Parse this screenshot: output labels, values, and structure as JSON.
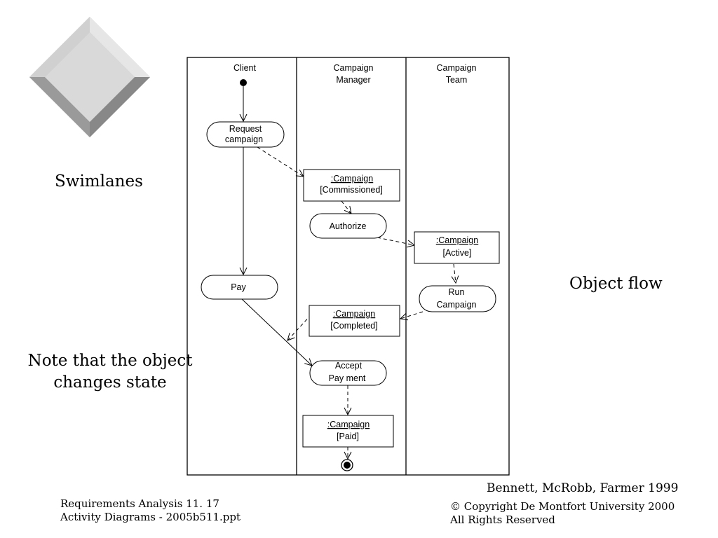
{
  "slide": {
    "labels": {
      "swimlanes": "Swimlanes",
      "object_flow": "Object flow",
      "note_line1": "Note that the object",
      "note_line2": "changes state"
    }
  },
  "diagram": {
    "swimlanes": [
      {
        "line1": "Client",
        "line2": ""
      },
      {
        "line1": "Campaign",
        "line2": "Manager"
      },
      {
        "line1": "Campaign",
        "line2": "Team"
      }
    ],
    "activities": {
      "request_campaign": {
        "line1": "Request",
        "line2": "campaign"
      },
      "pay": {
        "line1": "Pay"
      },
      "authorize": {
        "line1": "Authorize"
      },
      "run_campaign": {
        "line1": "Run",
        "line2": "Campaign"
      },
      "accept_payment": {
        "line1": "Accept",
        "line2": "Pay ment"
      }
    },
    "objects": {
      "commissioned": {
        "name": ":Campaign",
        "state": "[Commissioned]"
      },
      "active": {
        "name": ":Campaign",
        "state": "[Active]"
      },
      "completed": {
        "name": ":Campaign",
        "state": "[Completed]"
      },
      "paid": {
        "name": ":Campaign",
        "state": "[Paid]"
      }
    }
  },
  "footer": {
    "left_line1": "Requirements Analysis  11. 17",
    "left_line2": "Activity Diagrams -  2005b511.ppt",
    "right_top": "Bennett, McRobb, Farmer 1999",
    "right_line1": "© Copyright De Montfort University 2000",
    "right_line2": "All Rights Reserved"
  }
}
